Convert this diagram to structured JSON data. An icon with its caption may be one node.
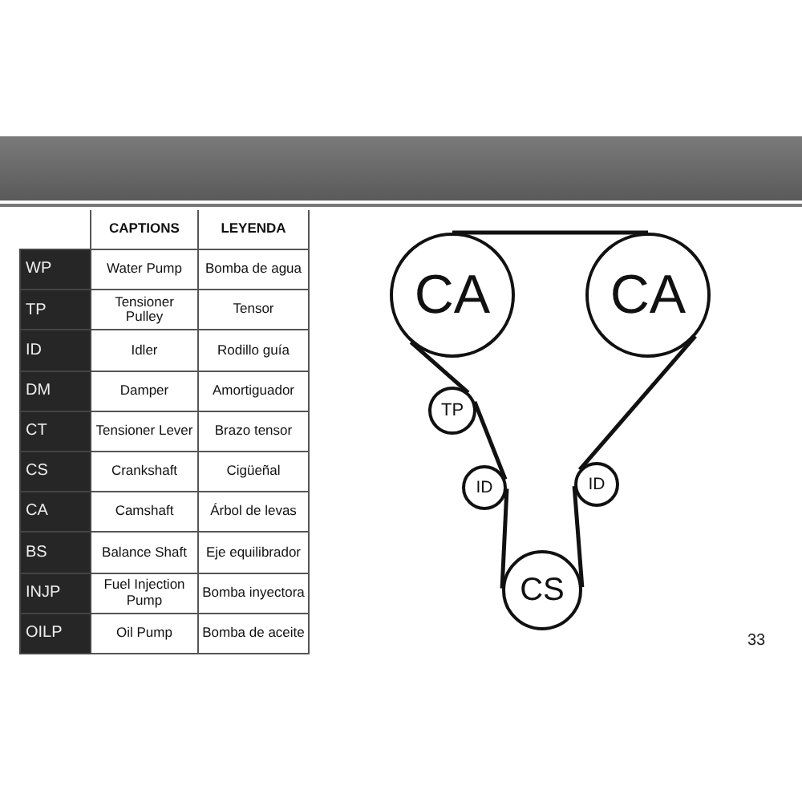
{
  "diagram": {
    "nodes": [
      {
        "text": [
          "CA"
        ]
      },
      {
        "text": [
          "CA"
        ]
      },
      {
        "text": [
          "TP"
        ]
      },
      {
        "text": [
          "ID"
        ]
      },
      {
        "text": [
          "ID"
        ]
      },
      {
        "text": [
          "CS"
        ]
      }
    ],
    "edges": [
      {
        "from": 0,
        "to": 1,
        "arrow": "none"
      },
      {
        "from": 0,
        "to": 2,
        "arrow": "none"
      },
      {
        "from": 2,
        "to": 3,
        "arrow": "none"
      },
      {
        "from": 3,
        "to": 5,
        "arrow": "none"
      },
      {
        "from": 5,
        "to": 4,
        "arrow": "none"
      },
      {
        "from": 4,
        "to": 1,
        "arrow": "none"
      }
    ],
    "labels": [
      "CAPTIONS",
      "LEYENDA",
      "WP",
      "Water Pump",
      "Bomba de agua",
      "TP",
      "Tensioner Pulley",
      "Tensor",
      "ID",
      "Idler",
      "Rodillo guía",
      "DM",
      "Damper",
      "Amortiguador",
      "CT",
      "Tensioner Lever",
      "Brazo tensor",
      "CS",
      "Crankshaft",
      "Cigüeñal",
      "CA",
      "Camshaft",
      "Árbol de levas",
      "BS",
      "Balance Shaft",
      "Eje equilibrador",
      "INJP",
      "Fuel Injection Pump",
      "Bomba inyectora",
      "OILP",
      "Oil Pump",
      "Bomba de aceite",
      "33"
    ]
  }
}
